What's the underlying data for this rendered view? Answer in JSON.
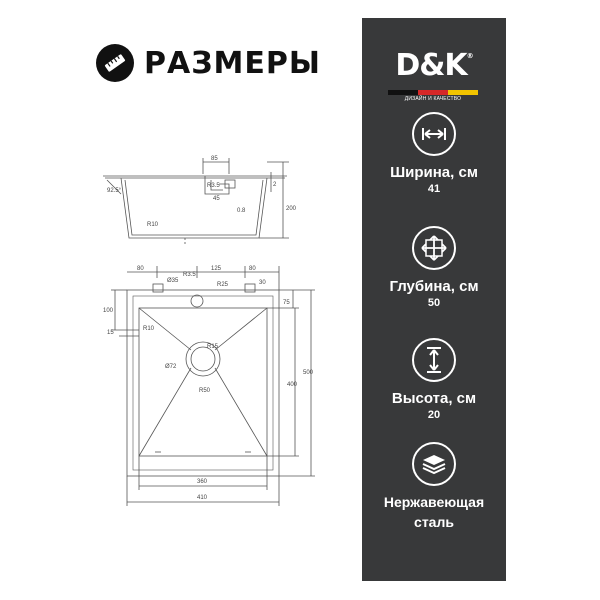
{
  "header": {
    "title": "РАЗМЕРЫ",
    "icon": "ruler-badge-icon"
  },
  "brand": {
    "name": "D&K",
    "reg": "®",
    "tagline": "ДИЗАЙН И КАЧЕСТВО",
    "stripe_colors": [
      "#111111",
      "#d62828",
      "#f2c400"
    ]
  },
  "colors": {
    "panel": "#38393a",
    "text_light": "#ffffff",
    "line": "#555555"
  },
  "features": [
    {
      "icon": "width-arrows-icon",
      "label": "Ширина, см",
      "value": "41"
    },
    {
      "icon": "depth-arrows-icon",
      "label": "Глубина, см",
      "value": "50"
    },
    {
      "icon": "height-arrows-icon",
      "label": "Высота, см",
      "value": "20"
    },
    {
      "icon": "stacked-layers-icon",
      "label_line1": "Нержавеющая",
      "label_line2": "сталь"
    }
  ],
  "drawing": {
    "side": {
      "d85": "85",
      "r35": "R3.5",
      "d2": "2",
      "d200": "200",
      "r10": "R10",
      "d08": "0.8",
      "ang": "92.5°",
      "d45": "45"
    },
    "top": {
      "d80a": "80",
      "d125": "125",
      "d80b": "80",
      "d30": "30",
      "r35": "Ø35",
      "r35b": "R3.5",
      "r25": "R25",
      "d100": "100",
      "d15": "15",
      "d75": "75",
      "r10": "R10",
      "r15": "R15",
      "d72": "Ø72",
      "r50": "R50",
      "d400": "400",
      "d500": "500",
      "d360": "360",
      "d410": "410"
    }
  }
}
